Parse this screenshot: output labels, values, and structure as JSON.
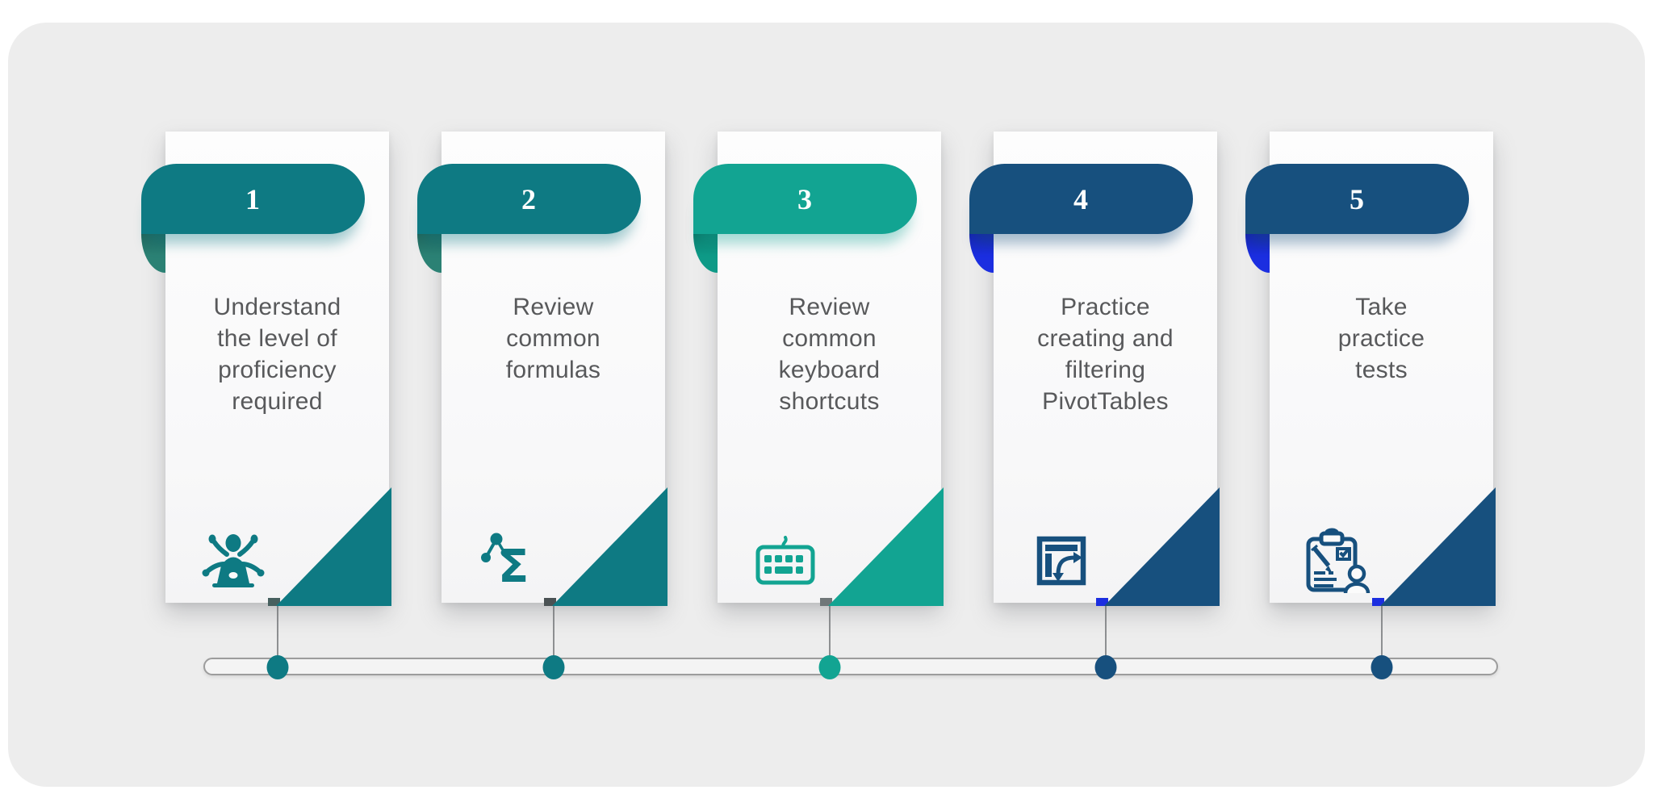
{
  "background_color": "#EDEDED",
  "text_color": "#58595B",
  "timeline": {
    "track_border_color": "#9C9C9C",
    "track_fill_color": "#F4F4F4",
    "connector_color": "#8E9092"
  },
  "cards": [
    {
      "number": "1",
      "label": "Understand\nthe level of\nproficiency\nrequired",
      "icon": "multitasking-person-icon",
      "colors": {
        "pill": "#0E7A83",
        "fold": "#2B8174",
        "notch": "#47605F",
        "pill_shadow": "rgba(14,122,131,0.38)"
      }
    },
    {
      "number": "2",
      "label": "Review\ncommon\nformulas",
      "icon": "sigma-formula-icon",
      "colors": {
        "pill": "#0E7A83",
        "fold": "#2B8174",
        "notch": "#4B5254",
        "pill_shadow": "rgba(14,122,131,0.38)"
      }
    },
    {
      "number": "3",
      "label": "Review\ncommon\nkeyboard\nshortcuts",
      "icon": "keyboard-icon",
      "colors": {
        "pill": "#12A492",
        "fold": "#0E9A87",
        "notch": "#707779",
        "pill_shadow": "rgba(18,164,146,0.38)"
      }
    },
    {
      "number": "4",
      "label": "Practice\ncreating and\nfiltering\nPivotTables",
      "icon": "pivot-table-icon",
      "colors": {
        "pill": "#17507E",
        "fold": "#1B2EE0",
        "notch": "#1B2EE0",
        "pill_shadow": "rgba(23,80,126,0.38)"
      }
    },
    {
      "number": "5",
      "label": "Take\npractice\ntests",
      "icon": "clipboard-test-icon",
      "colors": {
        "pill": "#17507E",
        "fold": "#1B2EE0",
        "notch": "#1B2EE0",
        "pill_shadow": "rgba(23,80,126,0.38)"
      }
    }
  ]
}
